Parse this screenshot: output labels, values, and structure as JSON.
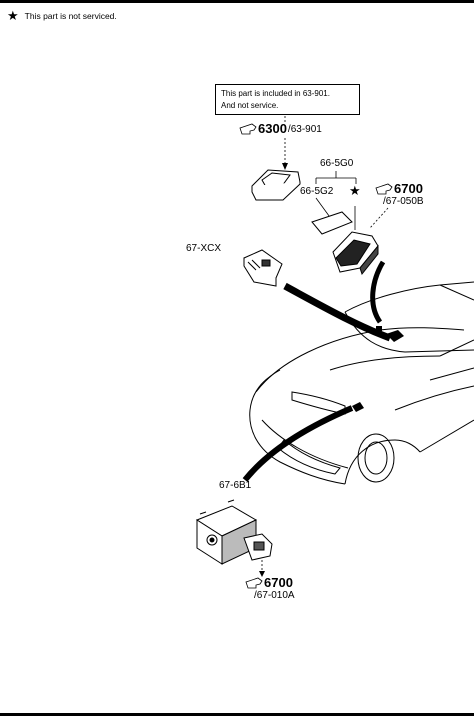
{
  "legend": {
    "star_symbol": "★",
    "text": "This part is not serviced."
  },
  "note": {
    "line1": "This part is included in 63-901.",
    "line2": "And not service."
  },
  "refs": {
    "r6300": {
      "big": "6300",
      "small": "/63-901"
    },
    "r6700_top": {
      "big": "6700",
      "sub": "/67-050B"
    },
    "r6700_bottom": {
      "big": "6700",
      "sub": "/67-010A"
    }
  },
  "parts": {
    "p665g0": "66-5G0",
    "p665g2": "66-5G2",
    "star": "★",
    "p67xcx": "67-XCX",
    "p676b1": "67-6B1"
  }
}
